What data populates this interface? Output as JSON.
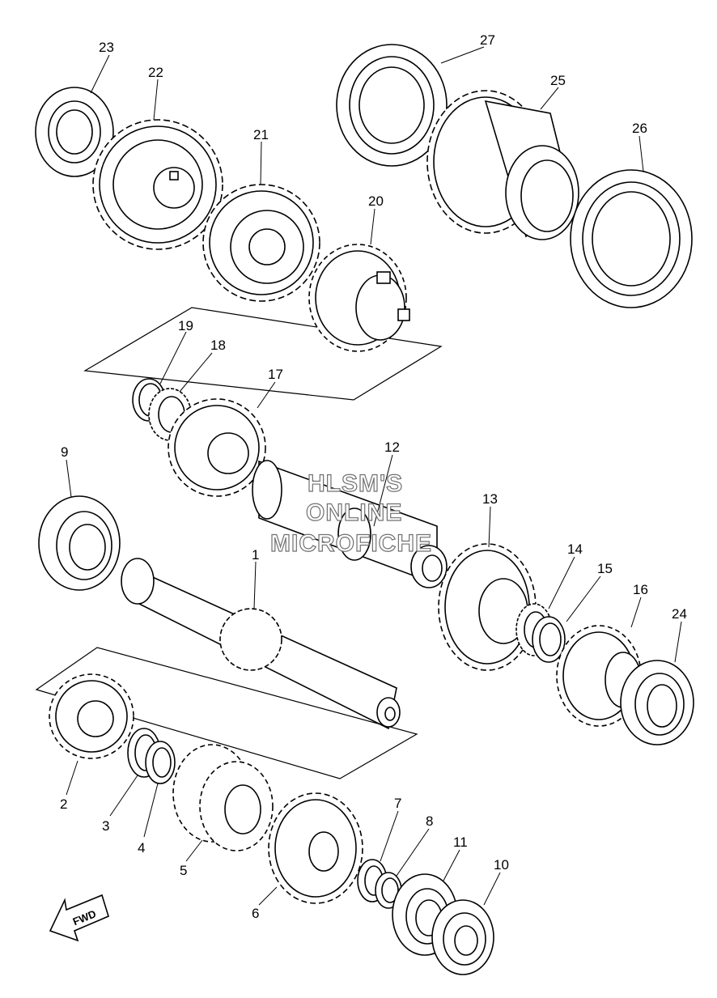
{
  "callouts": {
    "p1": "1",
    "p2": "2",
    "p3": "3",
    "p4": "4",
    "p5": "5",
    "p6": "6",
    "p7": "7",
    "p8": "8",
    "p9": "9",
    "p10": "10",
    "p11": "11",
    "p12": "12",
    "p13": "13",
    "p14": "14",
    "p15": "15",
    "p16": "16",
    "p17": "17",
    "p18": "18",
    "p19": "19",
    "p20": "20",
    "p21": "21",
    "p22": "22",
    "p23": "23",
    "p24": "24",
    "p25": "25",
    "p26": "26",
    "p27": "27"
  },
  "watermark": {
    "line1": "HLSM'S",
    "line2": "ONLINE",
    "line3": "MICROFICHE"
  },
  "fwd_label": "FWD"
}
